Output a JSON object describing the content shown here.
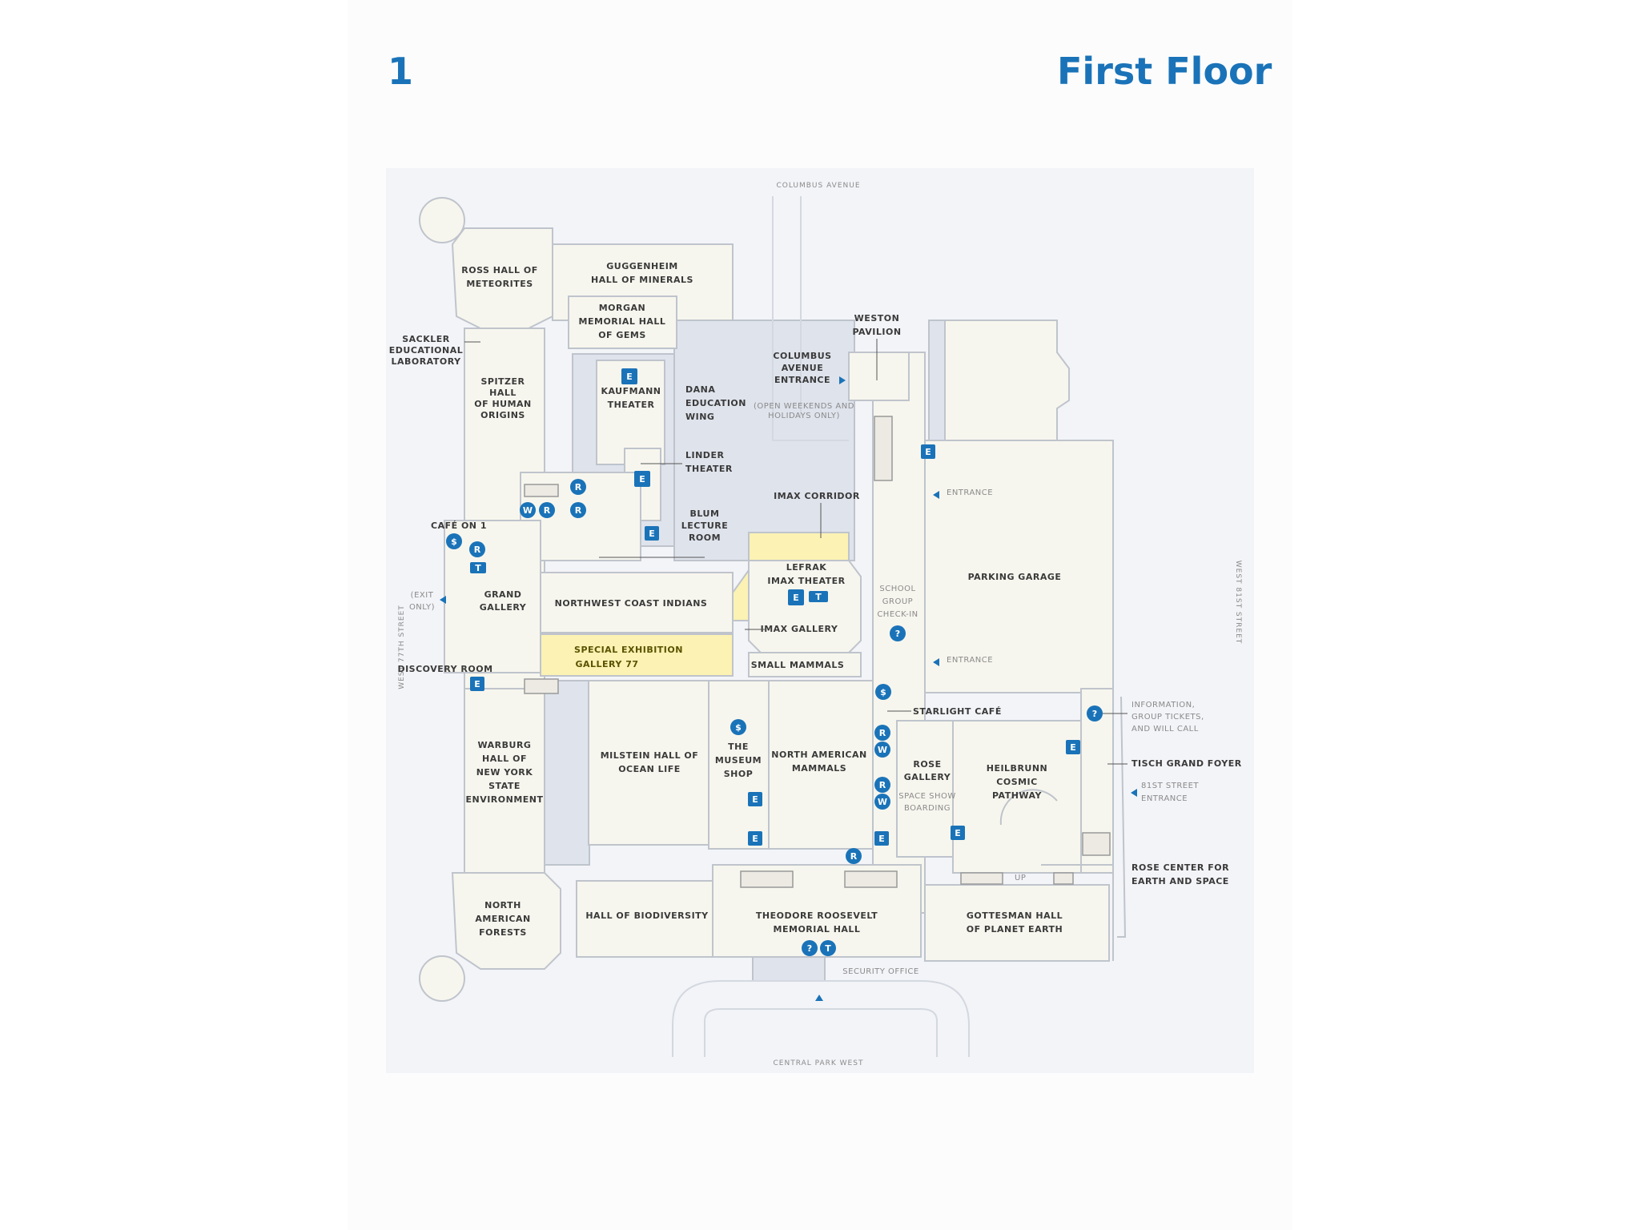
{
  "header": {
    "floor_number": "1",
    "title": "First Floor"
  },
  "map": {
    "streets": {
      "north": "COLUMBUS AVENUE",
      "south": "CENTRAL PARK WEST",
      "west": "WEST 77TH STREET",
      "east": "WEST 81ST STREET"
    },
    "rooms": {
      "ross": [
        "ROSS HALL OF",
        "METEORITES"
      ],
      "guggenheim": [
        "GUGGENHEIM",
        "HALL OF MINERALS"
      ],
      "morgan": [
        "MORGAN",
        "MEMORIAL HALL",
        "OF GEMS"
      ],
      "weston": [
        "WESTON",
        "PAVILION"
      ],
      "sackler": [
        "SACKLER",
        "EDUCATIONAL",
        "LABORATORY"
      ],
      "spitzer": [
        "SPITZER",
        "HALL",
        "OF HUMAN",
        "ORIGINS"
      ],
      "kaufmann": [
        "KAUFMANN",
        "THEATER"
      ],
      "dana": [
        "DANA",
        "EDUCATION",
        "WING"
      ],
      "columbus_entrance": [
        "COLUMBUS",
        "AVENUE",
        "ENTRANCE"
      ],
      "columbus_note": [
        "(OPEN WEEKENDS AND",
        "HOLIDAYS ONLY)"
      ],
      "linder": [
        "LINDER",
        "THEATER"
      ],
      "imax_corridor": "IMAX CORRIDOR",
      "blum": [
        "BLUM",
        "LECTURE",
        "ROOM"
      ],
      "cafe1": "CAFÉ ON 1",
      "lefrak": [
        "LEFRAK",
        "IMAX THEATER"
      ],
      "school_checkin": [
        "SCHOOL",
        "GROUP",
        "CHECK-IN"
      ],
      "parking": "PARKING GARAGE",
      "entrance_upper": "ENTRANCE",
      "entrance_lower": "ENTRANCE",
      "exit_only": [
        "(EXIT",
        "ONLY)"
      ],
      "grand_gallery": [
        "GRAND",
        "GALLERY"
      ],
      "nw_coast": "NORTHWEST COAST INDIANS",
      "imax_gallery": "IMAX GALLERY",
      "special_exhibition": [
        "SPECIAL EXHIBITION",
        "GALLERY 77"
      ],
      "small_mammals": "SMALL MAMMALS",
      "discovery": "DISCOVERY ROOM",
      "starlight": "STARLIGHT CAFÉ",
      "info": [
        "INFORMATION,",
        "GROUP TICKETS,",
        "AND WILL CALL"
      ],
      "warburg": [
        "WARBURG",
        "HALL OF",
        "NEW YORK",
        "STATE",
        "ENVIRONMENT"
      ],
      "milstein": [
        "MILSTEIN HALL OF",
        "OCEAN LIFE"
      ],
      "museum_shop": [
        "THE",
        "MUSEUM",
        "SHOP"
      ],
      "na_mammals": [
        "NORTH AMERICAN",
        "MAMMALS"
      ],
      "rose_gallery": [
        "ROSE",
        "GALLERY"
      ],
      "space_show": [
        "SPACE SHOW",
        "BOARDING"
      ],
      "heilbrunn": [
        "HEILBRUNN",
        "COSMIC",
        "PATHWAY"
      ],
      "tisch": "TISCH GRAND FOYER",
      "81st_entrance": [
        "81ST STREET",
        "ENTRANCE"
      ],
      "rose_center": [
        "ROSE CENTER FOR",
        "EARTH AND SPACE"
      ],
      "na_forests": [
        "NORTH",
        "AMERICAN",
        "FORESTS"
      ],
      "biodiversity": "HALL OF BIODIVERSITY",
      "roosevelt": [
        "THEODORE ROOSEVELT",
        "MEMORIAL HALL"
      ],
      "gottesman": [
        "GOTTESMAN HALL",
        "OF PLANET EARTH"
      ],
      "security": "SECURITY OFFICE",
      "up": "UP"
    },
    "icons": {
      "elevator": "E",
      "info": "?",
      "restroom": "R",
      "shop": "$",
      "tickets": "T",
      "wheelchair": "W"
    },
    "colors": {
      "accent": "#1a73b8",
      "room": "#f7f6ee",
      "courtyard": "#dfe3ec",
      "highlight": "#fbf2b3",
      "map_bg": "#f3f4f8"
    }
  }
}
